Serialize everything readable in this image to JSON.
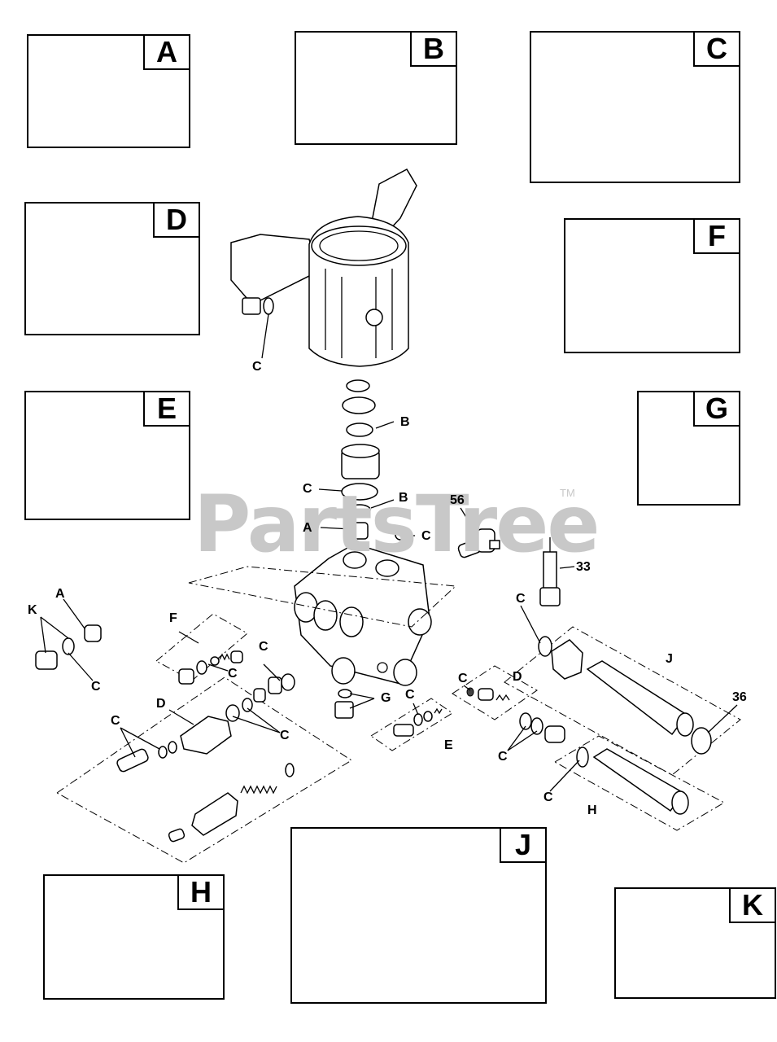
{
  "watermark": {
    "text": "PartsTree",
    "tm": "TM"
  },
  "kits": {
    "A": "A",
    "B": "B",
    "C": "C",
    "D": "D",
    "E": "E",
    "F": "F",
    "G": "G",
    "H": "H",
    "J": "J",
    "K": "K"
  },
  "callouts": {
    "c_manifold_plug": "C",
    "b_upper": "B",
    "c_oring": "C",
    "b_lower": "B",
    "a_center": "A",
    "c_ball": "C",
    "n56": "56",
    "n33": "33",
    "k_left": "K",
    "a_left": "A",
    "c_left": "C",
    "f_center": "F",
    "c_f": "C",
    "c_d_top": "C",
    "d_left": "D",
    "c_d_left": "C",
    "c_d_mid": "C",
    "g_center": "G",
    "c_e": "C",
    "e_center": "E",
    "c_d_right": "C",
    "d_right": "D",
    "c_d_right_low": "C",
    "c_j": "C",
    "j_center": "J",
    "n36": "36",
    "c_h": "C",
    "h_center": "H"
  }
}
